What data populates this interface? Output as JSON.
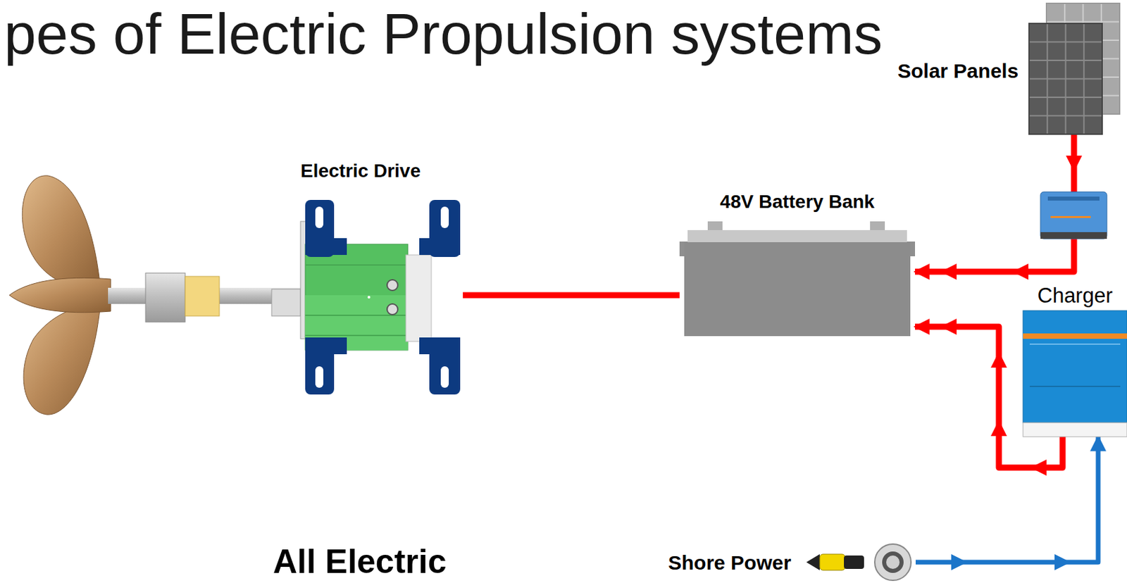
{
  "diagram": {
    "title": "pes of Electric Propulsion systems",
    "nodes": [
      {
        "text": [
          "Solar Panels"
        ]
      },
      {
        "text": [
          "Electric Drive"
        ]
      },
      {
        "text": [
          "48V Battery Bank"
        ]
      },
      {
        "text": [
          "Charger"
        ]
      },
      {
        "text": [
          "Shore Power"
        ]
      }
    ],
    "edges": [
      {
        "from": 2,
        "to": 1,
        "arrow": "none"
      },
      {
        "from": 0,
        "to": 2,
        "arrow": "to"
      },
      {
        "from": 3,
        "to": 2,
        "arrow": "to"
      },
      {
        "from": 4,
        "to": 3,
        "arrow": "to"
      }
    ],
    "labels": [
      "All Electric"
    ]
  }
}
